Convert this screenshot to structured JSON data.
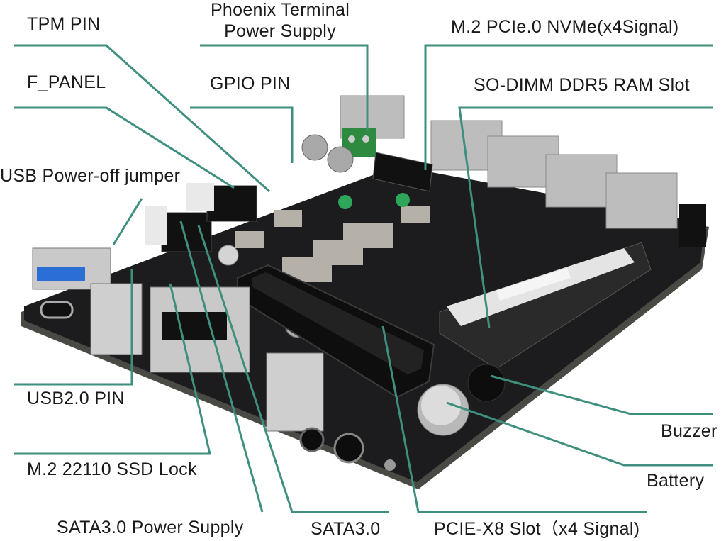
{
  "diagram": {
    "colors": {
      "leader_line": "#3f8f7f",
      "board": "#1c1c1e",
      "board_edge": "#4a4a44",
      "chip": "#b5b0a8",
      "metal": "#c8c8c8",
      "port_blue": "#2b6fd6"
    },
    "labels": {
      "tpm_pin": "TPM PIN",
      "phoenix_line1": "Phoenix Terminal",
      "phoenix_line2": "Power Supply",
      "m2_nvme": "M.2 PCIe.0 NVMe(x4Signal)",
      "f_panel": "F_PANEL",
      "gpio_pin": "GPIO PIN",
      "sodimm": "SO-DIMM DDR5 RAM Slot",
      "usb_jumper": "USB Power-off jumper",
      "usb2_pin": "USB2.0 PIN",
      "m2_ssd_lock": "M.2 22110 SSD Lock",
      "sata_power": "SATA3.0 Power Supply",
      "sata3": "SATA3.0",
      "pcie_slot": "PCIE-X8 Slot（x4 Signal)",
      "buzzer": "Buzzer",
      "battery": "Battery"
    }
  }
}
